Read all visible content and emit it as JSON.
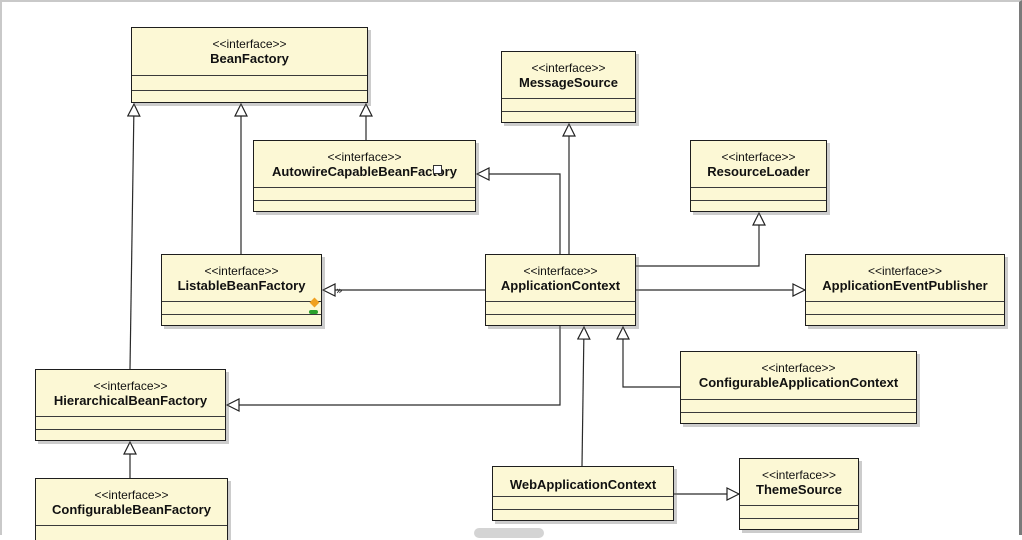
{
  "nodes": [
    {
      "id": "BeanFactory",
      "stereotype": "<<interface>>",
      "name": "BeanFactory"
    },
    {
      "id": "MessageSource",
      "stereotype": "<<interface>>",
      "name": "MessageSource"
    },
    {
      "id": "AutowireCapableBeanFactory",
      "stereotype": "<<interface>>",
      "name": "AutowireCapableBeanFactory"
    },
    {
      "id": "ResourceLoader",
      "stereotype": "<<interface>>",
      "name": "ResourceLoader"
    },
    {
      "id": "ListableBeanFactory",
      "stereotype": "<<interface>>",
      "name": "ListableBeanFactory"
    },
    {
      "id": "ApplicationContext",
      "stereotype": "<<interface>>",
      "name": "ApplicationContext"
    },
    {
      "id": "ApplicationEventPublisher",
      "stereotype": "<<interface>>",
      "name": "ApplicationEventPublisher"
    },
    {
      "id": "HierarchicalBeanFactory",
      "stereotype": "<<interface>>",
      "name": "HierarchicalBeanFactory"
    },
    {
      "id": "ConfigurableApplicationContext",
      "stereotype": "<<interface>>",
      "name": "ConfigurableApplicationContext"
    },
    {
      "id": "WebApplicationContext",
      "stereotype": "",
      "name": "WebApplicationContext"
    },
    {
      "id": "ThemeSource",
      "stereotype": "<<interface>>",
      "name": "ThemeSource"
    },
    {
      "id": "ConfigurableBeanFactory",
      "stereotype": "<<interface>>",
      "name": "ConfigurableBeanFactory"
    }
  ],
  "edges": [
    {
      "from": "HierarchicalBeanFactory",
      "to": "BeanFactory",
      "kind": "generalization"
    },
    {
      "from": "ListableBeanFactory",
      "to": "BeanFactory",
      "kind": "generalization"
    },
    {
      "from": "AutowireCapableBeanFactory",
      "to": "BeanFactory",
      "kind": "generalization"
    },
    {
      "from": "ApplicationContext",
      "to": "AutowireCapableBeanFactory",
      "kind": "generalization"
    },
    {
      "from": "ApplicationContext",
      "to": "MessageSource",
      "kind": "generalization"
    },
    {
      "from": "ApplicationContext",
      "to": "ResourceLoader",
      "kind": "generalization"
    },
    {
      "from": "ApplicationContext",
      "to": "ListableBeanFactory",
      "kind": "generalization"
    },
    {
      "from": "ApplicationContext",
      "to": "ApplicationEventPublisher",
      "kind": "generalization"
    },
    {
      "from": "ApplicationContext",
      "to": "HierarchicalBeanFactory",
      "kind": "generalization"
    },
    {
      "from": "ConfigurableApplicationContext",
      "to": "ApplicationContext",
      "kind": "generalization"
    },
    {
      "from": "WebApplicationContext",
      "to": "ApplicationContext",
      "kind": "generalization"
    },
    {
      "from": "WebApplicationContext",
      "to": "ThemeSource",
      "kind": "generalization"
    },
    {
      "from": "ConfigurableBeanFactory",
      "to": "HierarchicalBeanFactory",
      "kind": "generalization"
    }
  ]
}
